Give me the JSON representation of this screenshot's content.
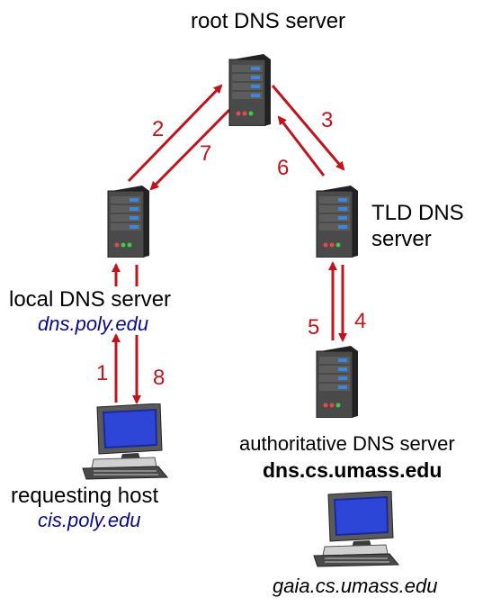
{
  "nodes": {
    "root": {
      "label": "root DNS server"
    },
    "tld": {
      "label_line1": "TLD DNS",
      "label_line2": "server"
    },
    "local": {
      "label": "local DNS server",
      "hostname": "dns.poly.edu"
    },
    "authoritative": {
      "label": "authoritative DNS server",
      "hostname": "dns.cs.umass.edu"
    },
    "requesting": {
      "label": "requesting host",
      "hostname": "cis.poly.edu"
    },
    "target": {
      "hostname": "gaia.cs.umass.edu"
    }
  },
  "steps": [
    "1",
    "2",
    "3",
    "4",
    "5",
    "6",
    "7",
    "8"
  ],
  "colors": {
    "arrow": "#c0141c",
    "hostname": "#0a0a8c",
    "server_body": "#3a3a3a",
    "server_light": "#3f86d8"
  }
}
